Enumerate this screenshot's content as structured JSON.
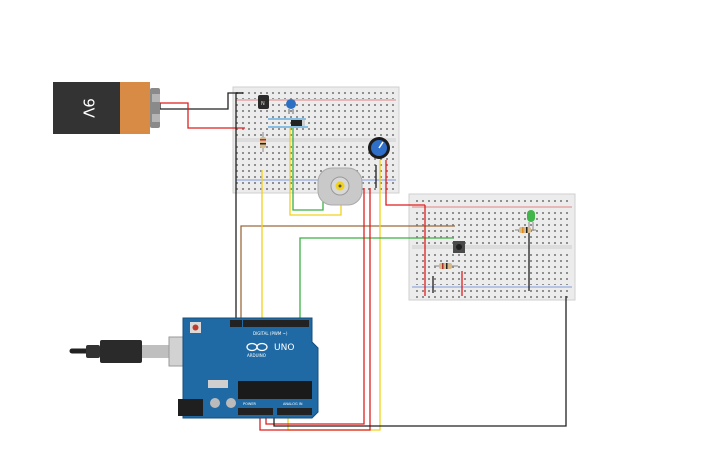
{
  "battery": {
    "label": "9V"
  },
  "arduino": {
    "brand_text": "ARDUINO",
    "model_text": "UNO",
    "digital_label": "DIGITAL (PWM ~)",
    "power_label": "POWER",
    "analog_label": "ANALOG IN"
  },
  "colors": {
    "wire_red": "#e01f1f",
    "wire_black": "#222222",
    "wire_yellow": "#f2d21b",
    "wire_green": "#3cb043",
    "wire_brown": "#9a6b3d",
    "board_blue": "#1f6aa5",
    "breadboard": "#e9e9e9"
  }
}
